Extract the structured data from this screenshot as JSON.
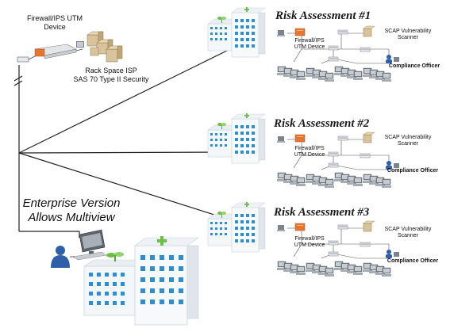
{
  "main": {
    "firewall_label": "Firewall/IPS UTM\nDevice",
    "isp_label": "Rack Space ISP\nSAS 70 Type II Security",
    "enterprise_label": "Enterprise Version\nAllows Multiview"
  },
  "sites": [
    {
      "title": "Risk Assessment #1",
      "firewall": "Firewall/IPS\nUTM Device",
      "scanner": "SCAP Vulnerability\nScanner",
      "officer": "Compliance Officer"
    },
    {
      "title": "Risk Assessment #2",
      "firewall": "Firewall/IPS\nUTM Device",
      "scanner": "SCAP Vulnerability\nScanner",
      "officer": "Compliance Officer"
    },
    {
      "title": "Risk Assessment #3",
      "firewall": "Firewall/IPS\nUTM Device",
      "scanner": "SCAP Vulnerability\nScanner",
      "officer": "Compliance Officer"
    }
  ],
  "colors": {
    "firewall_orange": "#e8772e",
    "building_blue": "#2c8fd4",
    "cross_green": "#6cc04a",
    "box_tan": "#d8c39a",
    "user_blue": "#2f5fa8"
  }
}
